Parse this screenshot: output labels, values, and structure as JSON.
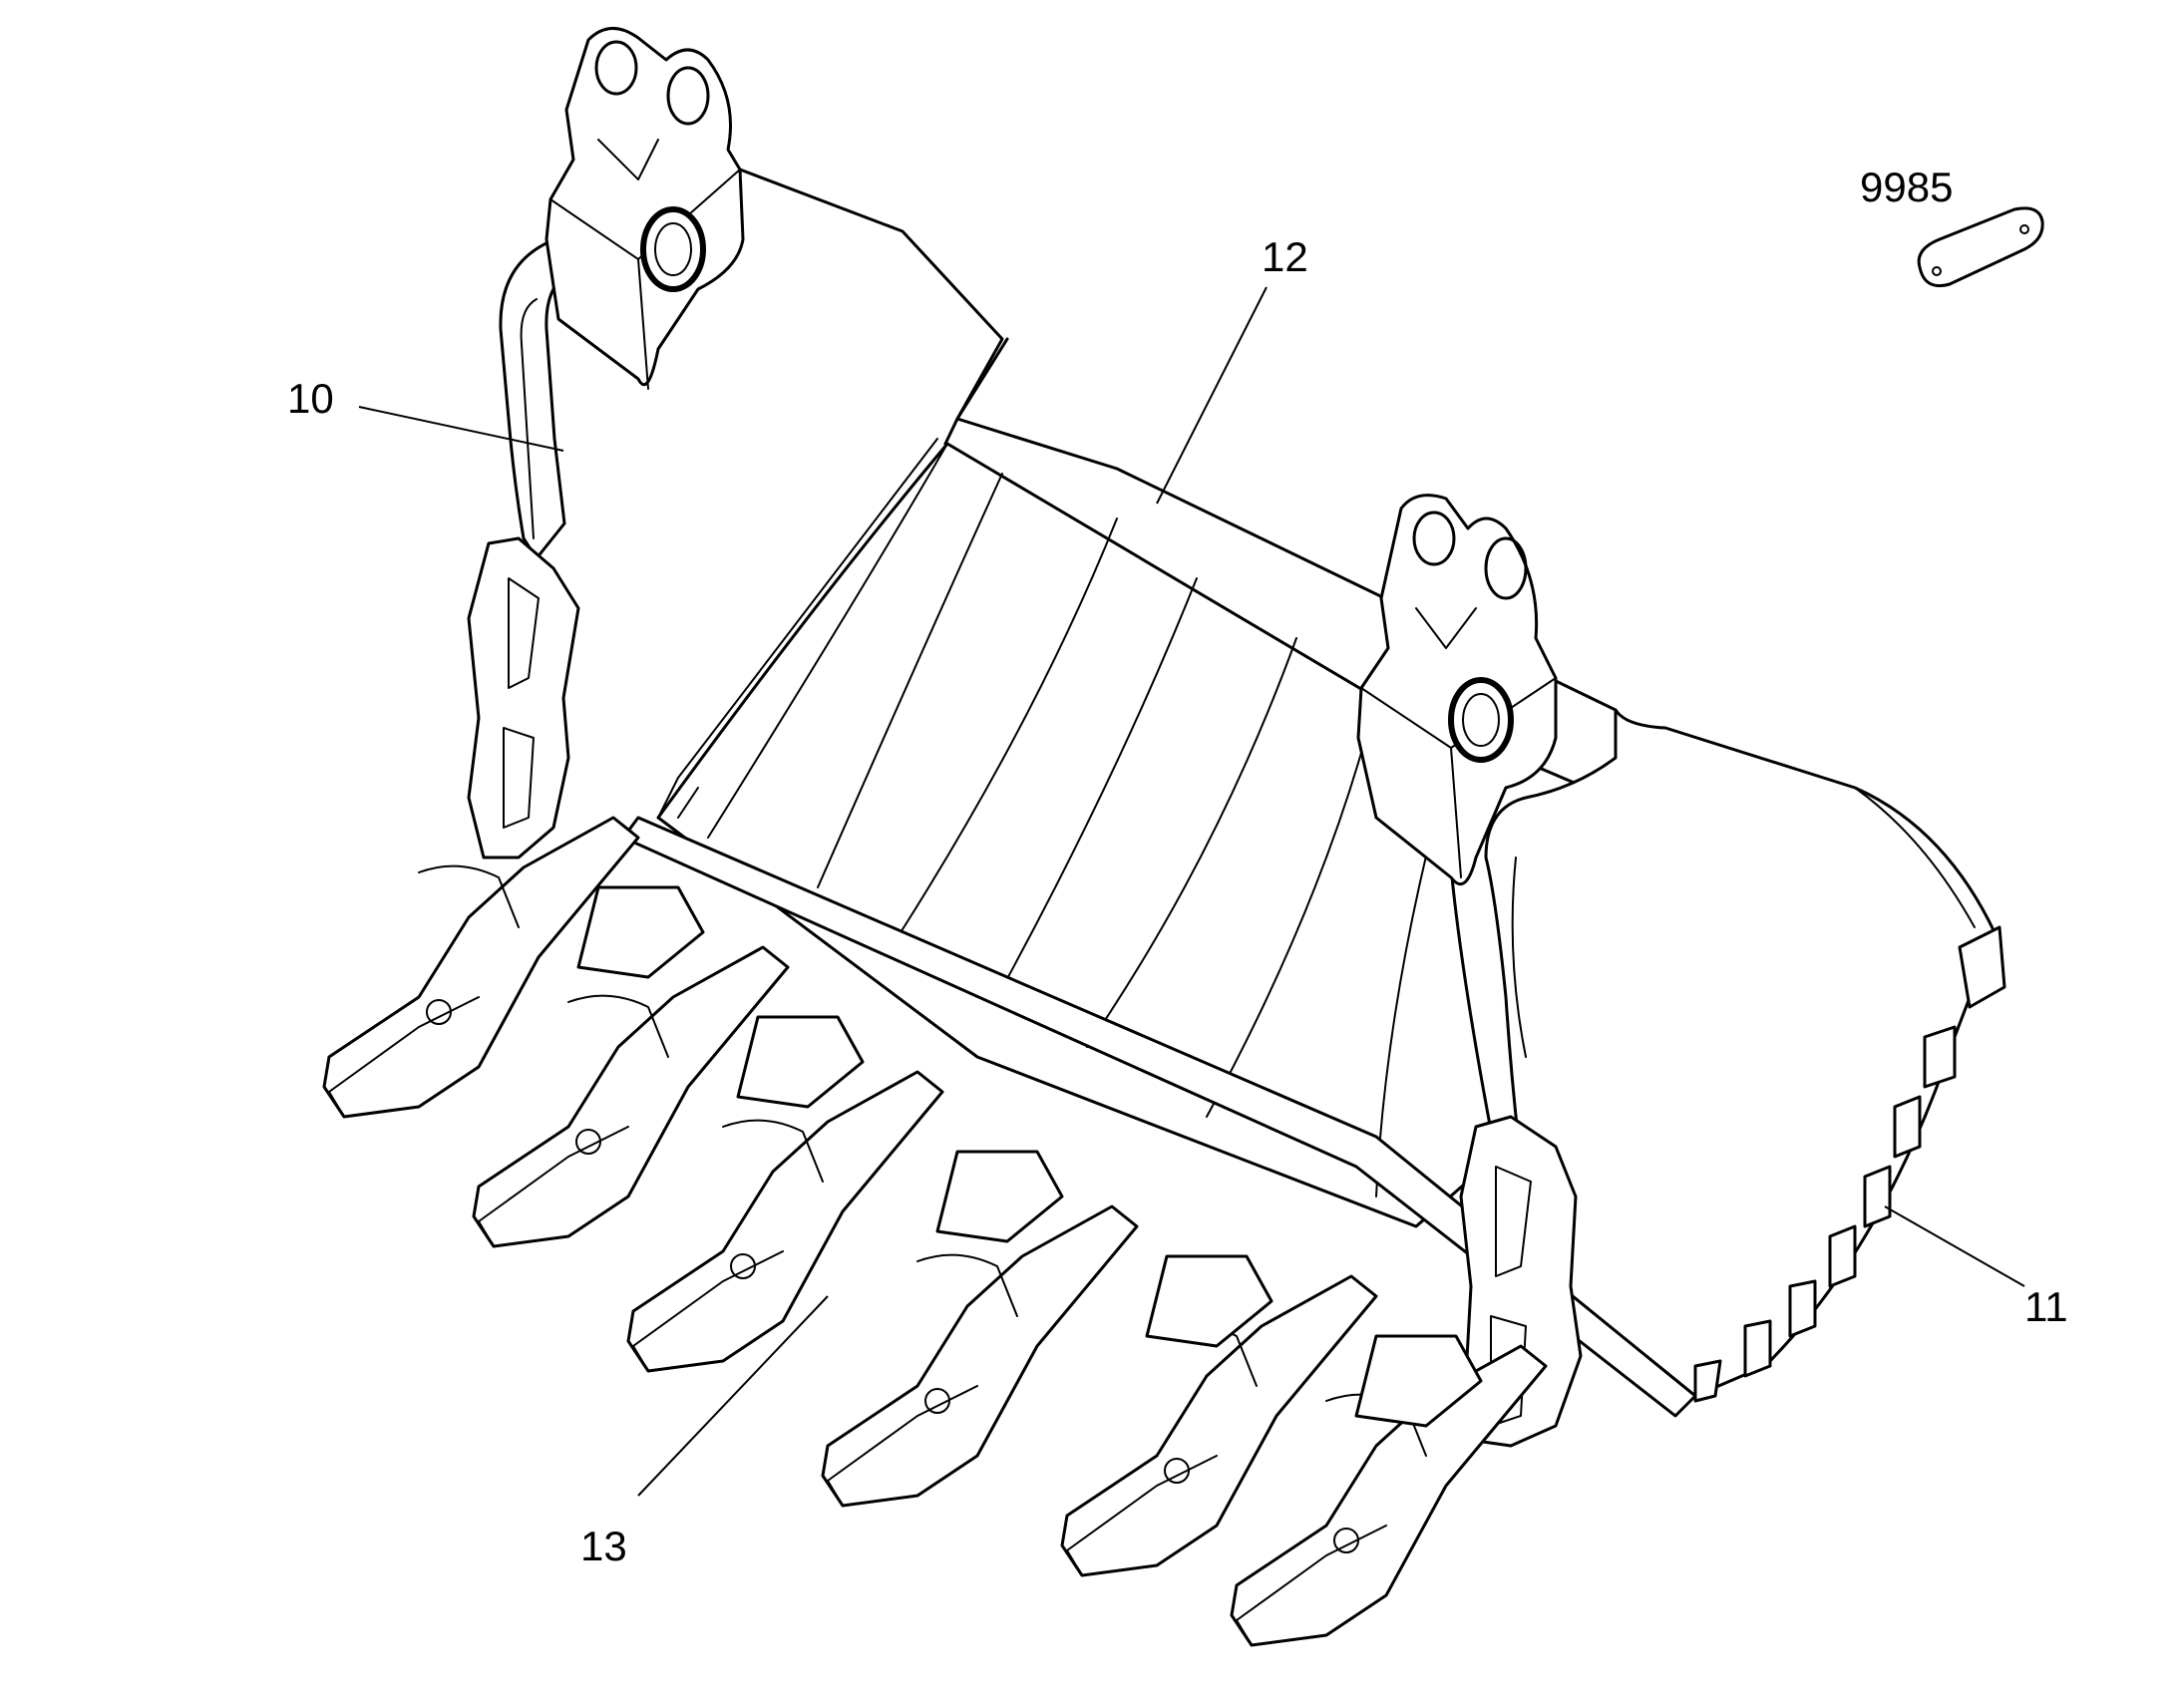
{
  "callouts": {
    "c9985": "9985",
    "c12": "12",
    "c10": "10",
    "c11": "11",
    "c13": "13"
  },
  "colors": {
    "line": "#000000",
    "background": "#ffffff"
  }
}
